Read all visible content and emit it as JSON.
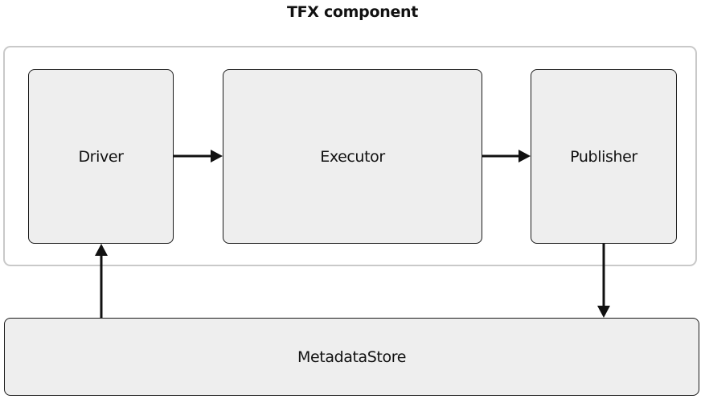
{
  "title": "TFX component",
  "nodes": {
    "driver": "Driver",
    "executor": "Executor",
    "publisher": "Publisher",
    "metadata_store": "MetadataStore"
  },
  "edges": [
    {
      "from": "Driver",
      "to": "Executor"
    },
    {
      "from": "Executor",
      "to": "Publisher"
    },
    {
      "from": "MetadataStore",
      "to": "Driver"
    },
    {
      "from": "Publisher",
      "to": "MetadataStore"
    }
  ],
  "colors": {
    "node_fill": "#eeeeee",
    "node_border": "#1a1a1a",
    "container_border": "#c9c9c9",
    "arrow": "#111111"
  }
}
